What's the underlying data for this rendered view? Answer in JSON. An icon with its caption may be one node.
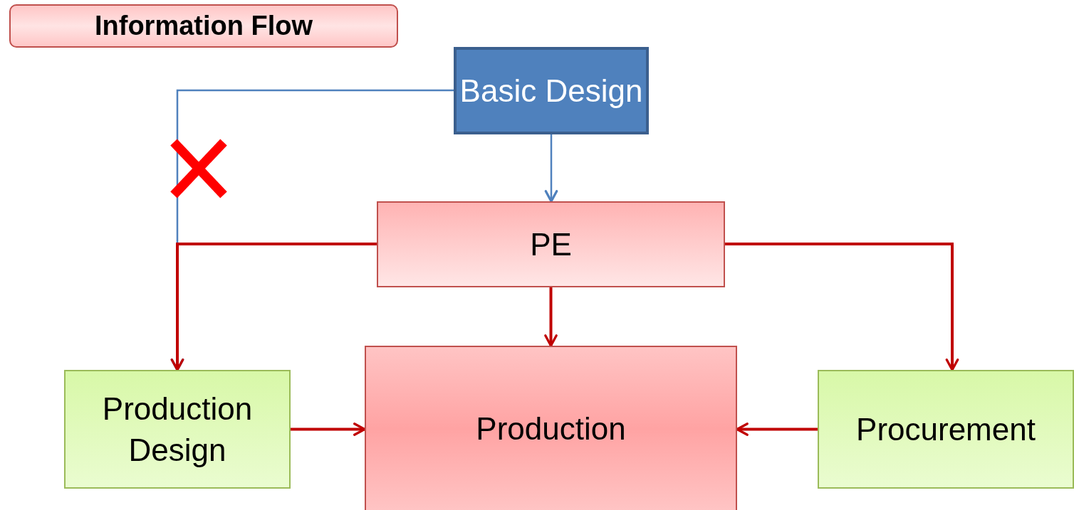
{
  "diagram": {
    "title": "Information Flow",
    "nodes": [
      {
        "text": [
          "Basic Design"
        ]
      },
      {
        "text": [
          "PE"
        ]
      },
      {
        "text": [
          "Production Design"
        ]
      },
      {
        "text": [
          "Production"
        ]
      },
      {
        "text": [
          "Procurement"
        ]
      }
    ],
    "edges": [
      {
        "from": 0,
        "to": 1,
        "arrow": "to",
        "color": "#4f81bd"
      },
      {
        "from": 0,
        "to": 2,
        "arrow": "to",
        "color": "#4f81bd"
      },
      {
        "from": 1,
        "to": 2,
        "arrow": "to"
      },
      {
        "from": 1,
        "to": 3,
        "arrow": "to"
      },
      {
        "from": 1,
        "to": 4,
        "arrow": "to"
      },
      {
        "from": 2,
        "to": 3,
        "arrow": "to"
      },
      {
        "from": 4,
        "to": 3,
        "arrow": "to"
      }
    ]
  }
}
